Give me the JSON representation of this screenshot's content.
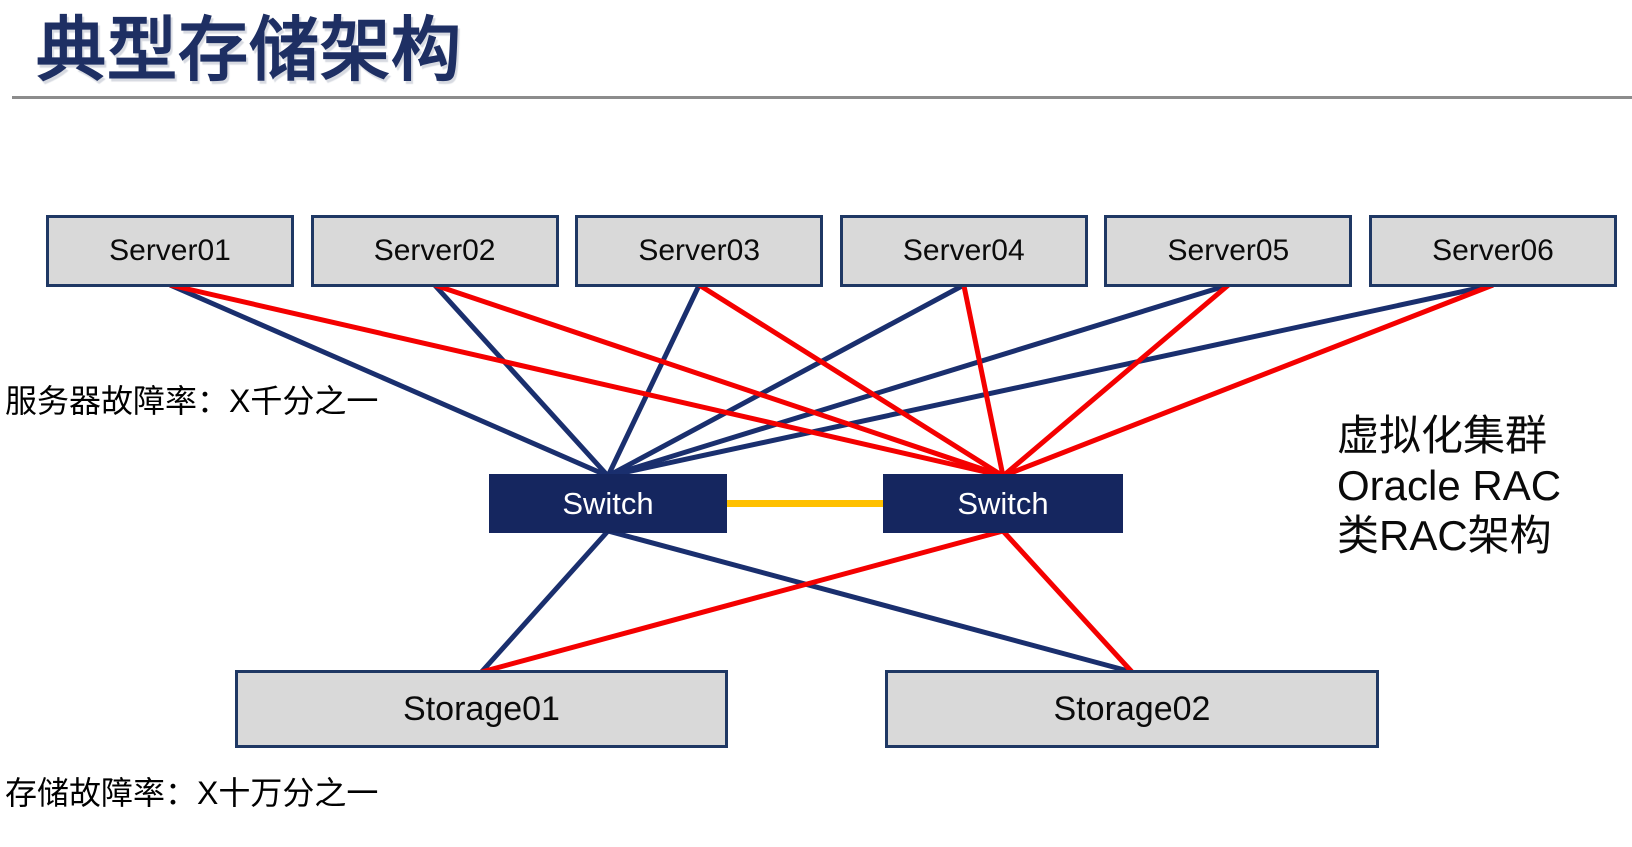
{
  "slide": {
    "title": "典型存储架构",
    "annotations": {
      "server_failure_rate": "服务器故障率：X千分之一",
      "storage_failure_rate": "存储故障率：X十万分之一"
    },
    "side_note_lines": [
      "虚拟化集群",
      "Oracle RAC",
      "类RAC架构"
    ]
  },
  "diagram": {
    "servers": [
      {
        "id": "server01",
        "label": "Server01"
      },
      {
        "id": "server02",
        "label": "Server02"
      },
      {
        "id": "server03",
        "label": "Server03"
      },
      {
        "id": "server04",
        "label": "Server04"
      },
      {
        "id": "server05",
        "label": "Server05"
      },
      {
        "id": "server06",
        "label": "Server06"
      }
    ],
    "switches": [
      {
        "id": "switch-a",
        "label": "Switch"
      },
      {
        "id": "switch-b",
        "label": "Switch"
      }
    ],
    "storages": [
      {
        "id": "storage01",
        "label": "Storage01"
      },
      {
        "id": "storage02",
        "label": "Storage02"
      }
    ],
    "links": {
      "server_to_switch": [
        {
          "from": "server01",
          "to": "switch-a",
          "color_role": "blue"
        },
        {
          "from": "server02",
          "to": "switch-a",
          "color_role": "blue"
        },
        {
          "from": "server03",
          "to": "switch-a",
          "color_role": "blue"
        },
        {
          "from": "server04",
          "to": "switch-a",
          "color_role": "blue"
        },
        {
          "from": "server05",
          "to": "switch-a",
          "color_role": "blue"
        },
        {
          "from": "server06",
          "to": "switch-a",
          "color_role": "blue"
        },
        {
          "from": "server01",
          "to": "switch-b",
          "color_role": "red"
        },
        {
          "from": "server02",
          "to": "switch-b",
          "color_role": "red"
        },
        {
          "from": "server03",
          "to": "switch-b",
          "color_role": "red"
        },
        {
          "from": "server04",
          "to": "switch-b",
          "color_role": "red"
        },
        {
          "from": "server05",
          "to": "switch-b",
          "color_role": "red"
        },
        {
          "from": "server06",
          "to": "switch-b",
          "color_role": "red"
        }
      ],
      "switch_to_storage": [
        {
          "from": "switch-a",
          "to": "storage01",
          "color_role": "blue"
        },
        {
          "from": "switch-a",
          "to": "storage02",
          "color_role": "blue"
        },
        {
          "from": "switch-b",
          "to": "storage01",
          "color_role": "red"
        },
        {
          "from": "switch-b",
          "to": "storage02",
          "color_role": "red"
        }
      ],
      "inter_switch": {
        "from": "switch-a",
        "to": "switch-b",
        "color_role": "orange"
      }
    }
  },
  "colors": {
    "title": "#1E2F63",
    "divider": "#8C8C8C",
    "text": "#000000",
    "node_fill": "#D9D9D9",
    "node_border": "#1F3864",
    "switch_fill": "#15265F",
    "switch_text": "#FFFFFF",
    "blue": "#1A2F6E",
    "red": "#F40000",
    "orange": "#FFC000"
  }
}
